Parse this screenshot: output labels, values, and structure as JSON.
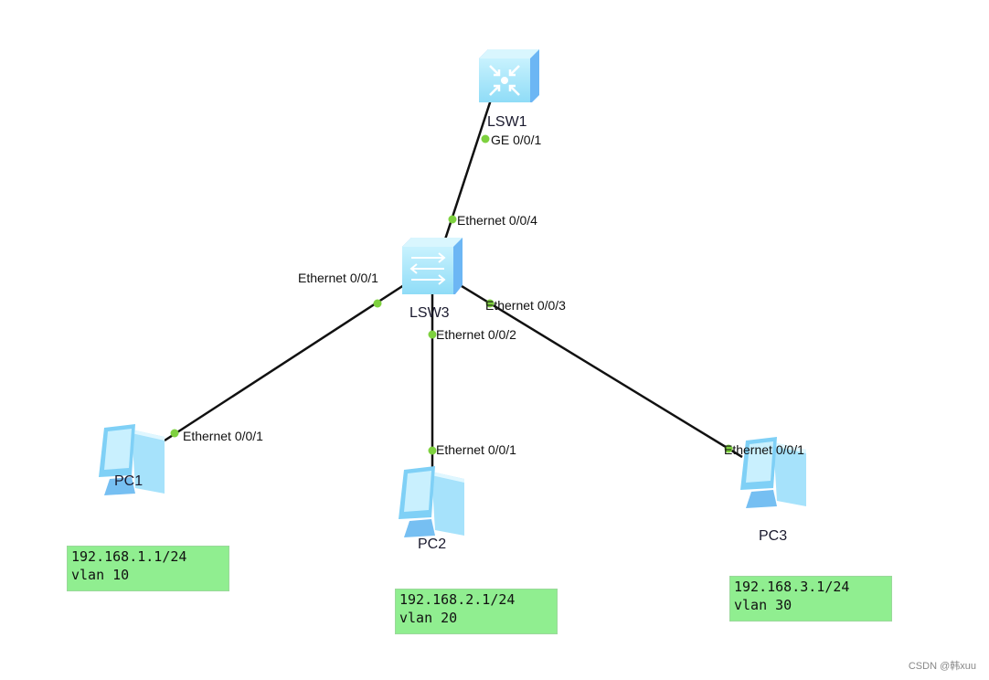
{
  "devices": {
    "lsw1": {
      "name": "LSW1",
      "type": "layer3-switch"
    },
    "lsw3": {
      "name": "LSW3",
      "type": "switch"
    },
    "pc1": {
      "name": "PC1",
      "type": "pc"
    },
    "pc2": {
      "name": "PC2",
      "type": "pc"
    },
    "pc3": {
      "name": "PC3",
      "type": "pc"
    }
  },
  "links": [
    {
      "from": "lsw1",
      "from_port": "GE 0/0/1",
      "to": "lsw3",
      "to_port": "Ethernet 0/0/4"
    },
    {
      "from": "lsw3",
      "from_port": "Ethernet 0/0/1",
      "to": "pc1",
      "to_port": "Ethernet 0/0/1"
    },
    {
      "from": "lsw3",
      "from_port": "Ethernet 0/0/2",
      "to": "pc2",
      "to_port": "Ethernet 0/0/1"
    },
    {
      "from": "lsw3",
      "from_port": "Ethernet 0/0/3",
      "to": "pc3",
      "to_port": "Ethernet 0/0/1"
    }
  ],
  "notes": [
    {
      "ip": "192.168.1.1/24",
      "vlan": "vlan 10"
    },
    {
      "ip": "192.168.2.1/24",
      "vlan": "vlan 20"
    },
    {
      "ip": "192.168.3.1/24",
      "vlan": "vlan 30"
    }
  ],
  "colors": {
    "link": "#111111",
    "port_dot": "#7ed13f",
    "note_bg": "#90ee90",
    "device_face": "#b8ecfc",
    "device_side": "#6cb6f4"
  },
  "watermark": "CSDN @韩xuu"
}
